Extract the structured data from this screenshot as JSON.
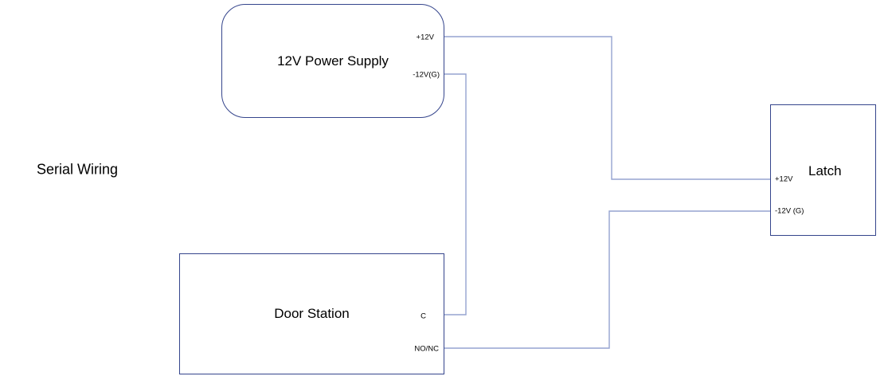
{
  "title": "Serial Wiring",
  "colors": {
    "background": "#ffffff",
    "box_border": "#35458c",
    "wire": "#95a3d0",
    "text": "#000000"
  },
  "nodes": {
    "power_supply": {
      "label": "12V Power Supply",
      "terminals": {
        "plus": "+12V",
        "minus": "-12V(G)"
      }
    },
    "door_station": {
      "label": "Door Station",
      "terminals": {
        "c": "C",
        "no_nc": "NO/NC"
      }
    },
    "latch": {
      "label": "Latch",
      "terminals": {
        "plus": "+12V",
        "minus": "-12V (G)"
      }
    }
  },
  "connections": [
    {
      "from": "power_supply.+12V",
      "to": "latch.+12V"
    },
    {
      "from": "power_supply.-12V(G)",
      "to": "door_station.C"
    },
    {
      "from": "door_station.NO/NC",
      "to": "latch.-12V (G)"
    }
  ]
}
